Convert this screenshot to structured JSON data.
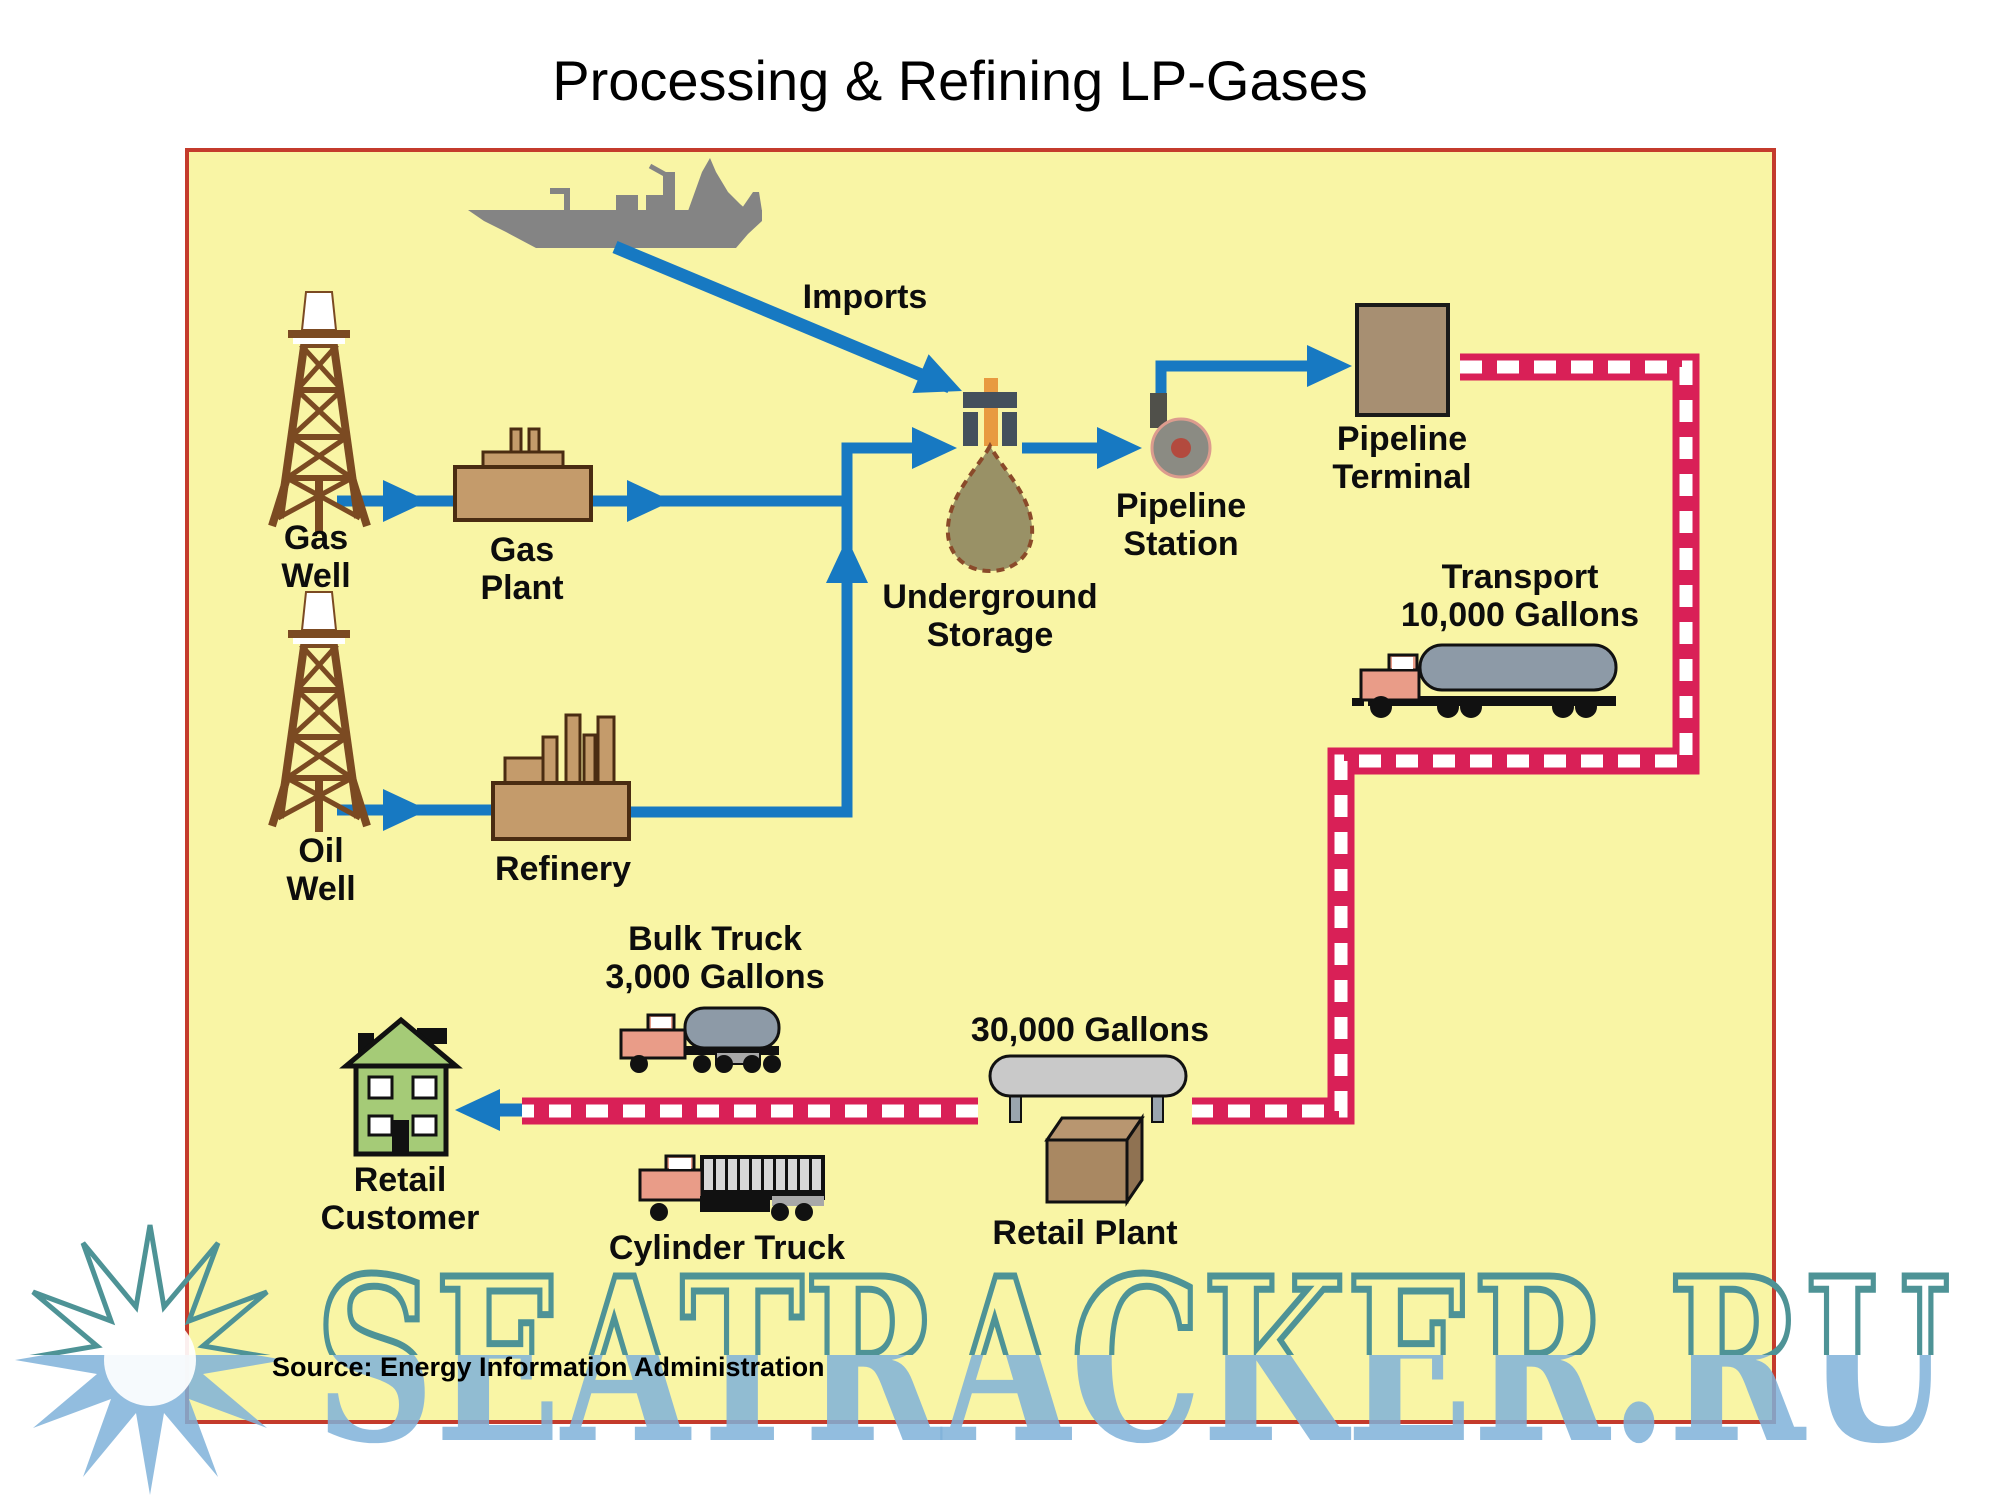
{
  "title": "Processing & Refining LP-Gases",
  "source": "Source: Energy Information Administration",
  "watermark": {
    "text": "SEATRACKER.RU"
  },
  "labels": {
    "imports": "Imports",
    "gas_well": "Gas Well",
    "gas_plant": "Gas Plant",
    "oil_well": "Oil Well",
    "refinery": "Refinery",
    "underground_storage": "Underground Storage",
    "pipeline_station": "Pipeline Station",
    "pipeline_terminal": "Pipeline Terminal",
    "transport": "Transport",
    "transport_capacity": "10,000 Gallons",
    "bulk_truck": "Bulk Truck",
    "bulk_truck_capacity": "3,000 Gallons",
    "retail_tank_capacity": "30,000 Gallons",
    "retail_plant": "Retail Plant",
    "cylinder_truck": "Cylinder Truck",
    "retail_customer": "Retail Customer"
  },
  "colors": {
    "box_fill": "#f9f5a5",
    "box_border": "#c43b2c",
    "flow_arrow_blue": "#1779c2",
    "pipeline_red": "#d92057",
    "building_tan": "#c49b6b",
    "building_outline": "#4a2c12",
    "terminal_taupe": "#a78f72",
    "storage_olive": "#999166",
    "storage_outline": "#8a4a2a",
    "wellhead_slate": "#44505c",
    "wellhead_pipe_orange": "#e89a40",
    "house_green": "#a5cb77",
    "truck_cab_pink": "#e99c88",
    "tank_gray": "#8d9aa7",
    "retail_tank_gray": "#c9c9c9",
    "ship_gray": "#848484",
    "derrick_brown": "#7b4a22",
    "watermark_teal": "#4e9396",
    "watermark_blue": "#7fb2d9"
  }
}
